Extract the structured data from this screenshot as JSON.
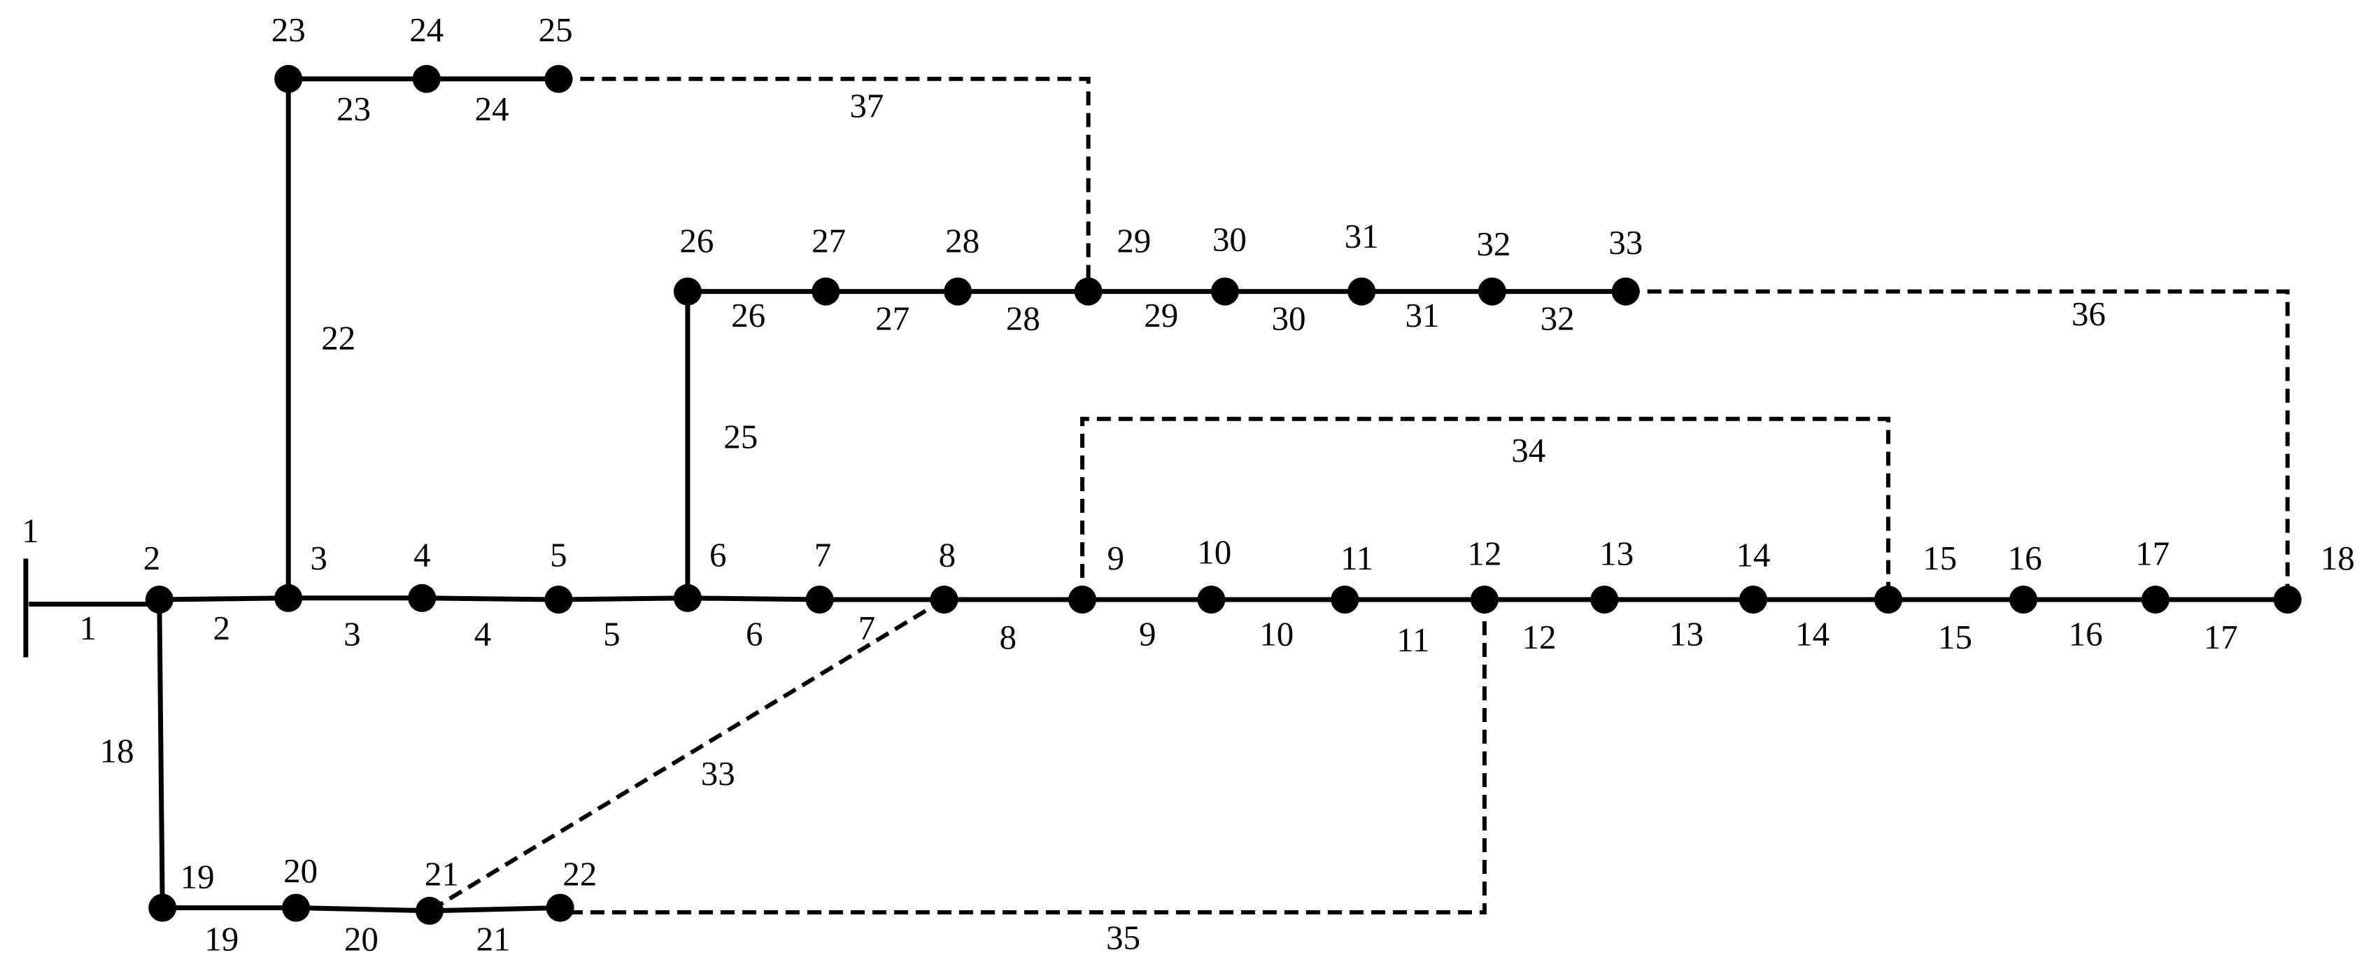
{
  "diagram": {
    "source_label": "1",
    "nodes": [
      "2",
      "3",
      "4",
      "5",
      "6",
      "7",
      "8",
      "9",
      "10",
      "11",
      "12",
      "13",
      "14",
      "15",
      "16",
      "17",
      "18",
      "19",
      "20",
      "21",
      "22",
      "23",
      "24",
      "25",
      "26",
      "27",
      "28",
      "29",
      "30",
      "31",
      "32",
      "33"
    ],
    "branches": [
      {
        "id": "1",
        "from": "1",
        "to": "2"
      },
      {
        "id": "2",
        "from": "2",
        "to": "3"
      },
      {
        "id": "3",
        "from": "3",
        "to": "4"
      },
      {
        "id": "4",
        "from": "4",
        "to": "5"
      },
      {
        "id": "5",
        "from": "5",
        "to": "6"
      },
      {
        "id": "6",
        "from": "6",
        "to": "7"
      },
      {
        "id": "7",
        "from": "7",
        "to": "8"
      },
      {
        "id": "8",
        "from": "8",
        "to": "9"
      },
      {
        "id": "9",
        "from": "9",
        "to": "10"
      },
      {
        "id": "10",
        "from": "10",
        "to": "11"
      },
      {
        "id": "11",
        "from": "11",
        "to": "12"
      },
      {
        "id": "12",
        "from": "12",
        "to": "13"
      },
      {
        "id": "13",
        "from": "13",
        "to": "14"
      },
      {
        "id": "14",
        "from": "14",
        "to": "15"
      },
      {
        "id": "15",
        "from": "15",
        "to": "16"
      },
      {
        "id": "16",
        "from": "16",
        "to": "17"
      },
      {
        "id": "17",
        "from": "17",
        "to": "18"
      },
      {
        "id": "18",
        "from": "2",
        "to": "19"
      },
      {
        "id": "19",
        "from": "19",
        "to": "20"
      },
      {
        "id": "20",
        "from": "20",
        "to": "21"
      },
      {
        "id": "21",
        "from": "21",
        "to": "22"
      },
      {
        "id": "22",
        "from": "3",
        "to": "23"
      },
      {
        "id": "23",
        "from": "23",
        "to": "24"
      },
      {
        "id": "24",
        "from": "24",
        "to": "25"
      },
      {
        "id": "25",
        "from": "6",
        "to": "26"
      },
      {
        "id": "26",
        "from": "26",
        "to": "27"
      },
      {
        "id": "27",
        "from": "27",
        "to": "28"
      },
      {
        "id": "28",
        "from": "28",
        "to": "29"
      },
      {
        "id": "29",
        "from": "29",
        "to": "30"
      },
      {
        "id": "30",
        "from": "30",
        "to": "31"
      },
      {
        "id": "31",
        "from": "31",
        "to": "32"
      },
      {
        "id": "32",
        "from": "32",
        "to": "33"
      }
    ],
    "tie_switches": [
      {
        "id": "33",
        "from": "8",
        "to": "21"
      },
      {
        "id": "34",
        "from": "9",
        "to": "15"
      },
      {
        "id": "35",
        "from": "12",
        "to": "22"
      },
      {
        "id": "36",
        "from": "18",
        "to": "33"
      },
      {
        "id": "37",
        "from": "25",
        "to": "29"
      }
    ]
  }
}
